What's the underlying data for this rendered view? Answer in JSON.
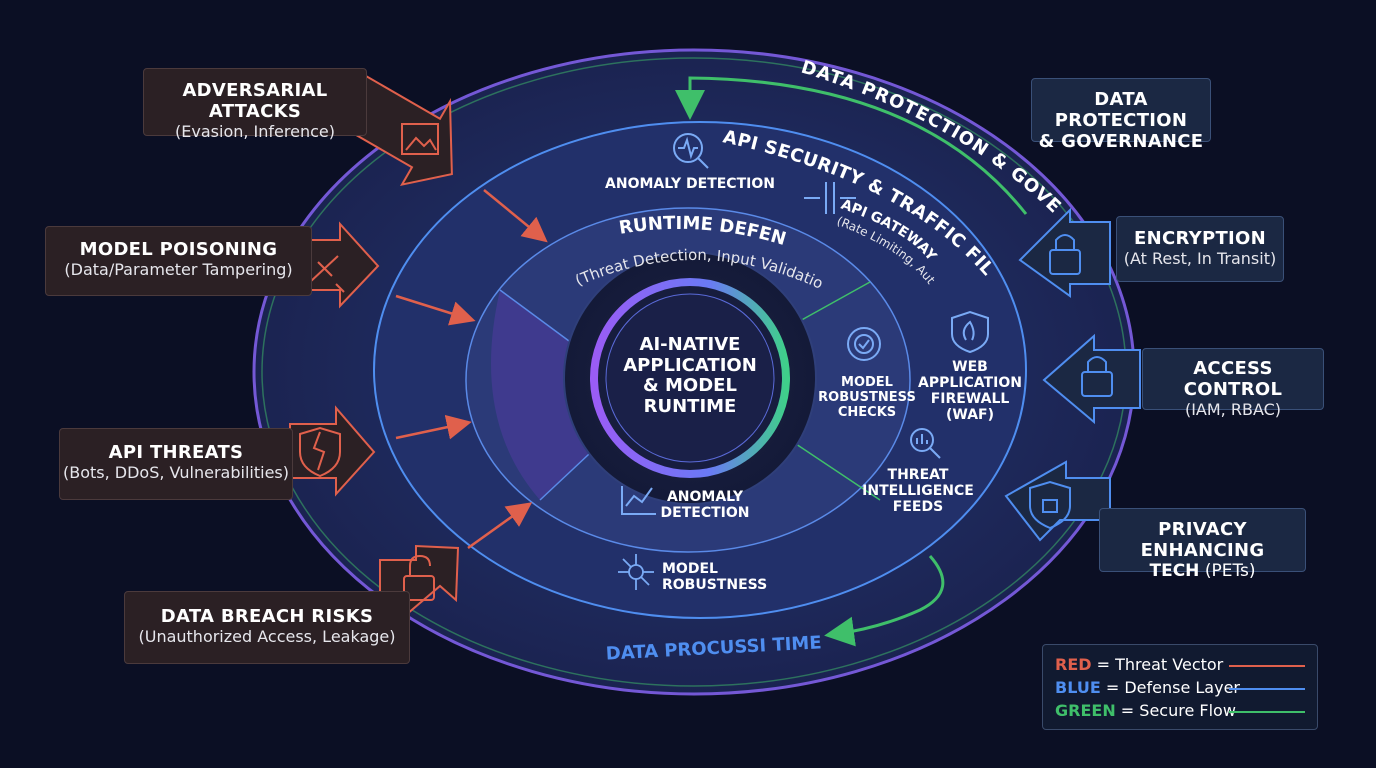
{
  "center": {
    "line1": "AI-NATIVE",
    "line2": "APPLICATION",
    "line3": "& MODEL",
    "line4": "RUNTIME"
  },
  "rings": {
    "outer": "DATA PROTECTION & GOVERNANCE",
    "api": "API SECURITY & TRAFFIC FILTERING",
    "runtime_title": "RUNTIME DEFENSE",
    "runtime_sub": "(Threat Detection, Input Validation)",
    "bottom": "DATA PROCUSSI TIME"
  },
  "inner_labels": {
    "anomaly_top": "ANOMALY DETECTION",
    "api_gateway": "API GATEWAY",
    "api_gateway_sub": "(Rate Limiting, Auth)",
    "model_robustness_checks": [
      "MODEL",
      "ROBUSTNESS",
      "CHECKS"
    ],
    "waf": [
      "WEB",
      "APPLICATION",
      "FIREWALL",
      "(WAF)"
    ],
    "threat_intel": [
      "THREAT",
      "INTELLIGENCE",
      "FEEDS"
    ],
    "anomaly_bottom": [
      "ANOMALY",
      "DETECTION"
    ],
    "model_robustness": [
      "MODEL",
      "ROBUSTNESS"
    ]
  },
  "threats": [
    {
      "title": "ADVERSARIAL ATTACKS",
      "sub": "(Evasion, Inference)",
      "icon": "image-frame-icon"
    },
    {
      "title": "MODEL POISONING",
      "sub": "(Data/Parameter Tampering)",
      "icon": "syringe-icon"
    },
    {
      "title": "API THREATS",
      "sub": "(Bots, DDoS, Vulnerabilities)",
      "icon": "broken-shield-icon"
    },
    {
      "title": "DATA BREACH RISKS",
      "sub": "(Unauthorized Access, Leakage)",
      "icon": "unlocked-padlock-icon"
    }
  ],
  "defenses": [
    {
      "title": "DATA PROTECTION",
      "title2": "& GOVERNANCE"
    },
    {
      "title": "ENCRYPTION",
      "sub": "(At Rest, In Transit)",
      "icon": "padlock-icon"
    },
    {
      "title": "ACCESS CONTROL",
      "sub": "(IAM, RBAC)",
      "icon": "padlock-icon"
    },
    {
      "title": "PRIVACY ENHANCING",
      "sub_prefix": "TECH",
      "sub": "(PETs)",
      "icon": "shield-lock-icon"
    }
  ],
  "legend": [
    {
      "key": "RED",
      "text": "= Threat Vector",
      "color": "#e0604c"
    },
    {
      "key": "BLUE",
      "text": "= Defense Layer",
      "color": "#4f8ef0"
    },
    {
      "key": "GREEN",
      "text": "= Secure Flow",
      "color": "#3fbf6a"
    }
  ],
  "colors": {
    "threat": "#e0604c",
    "defense": "#4f8ef0",
    "secure": "#3fbf6a",
    "core_ring": "#8a5cf0"
  }
}
